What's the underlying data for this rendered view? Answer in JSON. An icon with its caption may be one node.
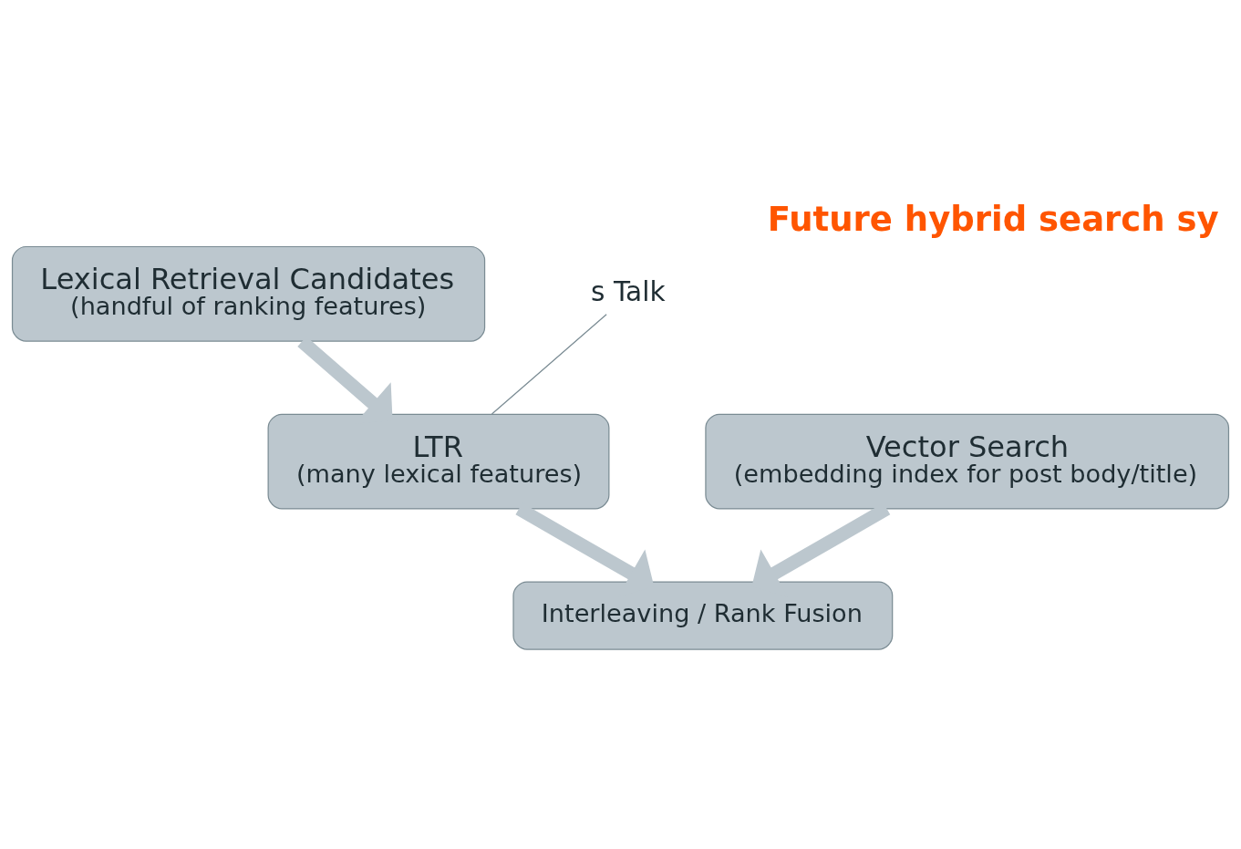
{
  "diagram": {
    "title": "Future hybrid search sy",
    "nodes": [
      {
        "text": [
          "Lexical Retrieval Candidates",
          "(handful of ranking features)"
        ]
      },
      {
        "text": [
          "LTR",
          "(many lexical features)"
        ]
      },
      {
        "text": [
          "Vector Search",
          "(embedding index for post body/title)"
        ]
      },
      {
        "text": [
          "Interleaving / Rank Fusion"
        ]
      },
      {
        "text": [
          "s Talk"
        ]
      }
    ],
    "edges": [
      {
        "from": 0,
        "to": 1,
        "arrow": "to"
      },
      {
        "from": 1,
        "to": 3,
        "arrow": "to"
      },
      {
        "from": 2,
        "to": 3,
        "arrow": "to"
      },
      {
        "from": 4,
        "to": 1,
        "arrow": "none",
        "color": "#7a8b93"
      }
    ]
  }
}
